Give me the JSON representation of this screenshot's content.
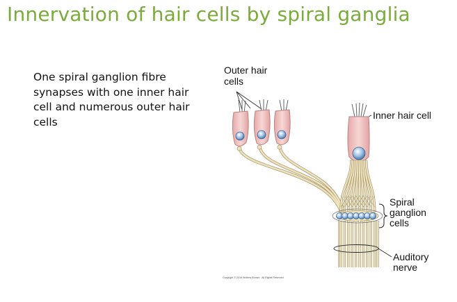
{
  "title": "Innervation of hair cells by spiral ganglia",
  "body_text": "One spiral ganglion fibre synapses with one inner hair cell and numerous outer hair cells",
  "diagram": {
    "outer_hair_cells_label": "Outer hair cells",
    "inner_hair_cell_label": "Inner hair cell",
    "spiral_ganglion_label": "Spiral ganglion cells",
    "auditory_nerve_label": "Auditory nerve",
    "copyright": "Copyright © 2018 Wolters Kluwer · All Rights Reserved"
  },
  "colors": {
    "title": "#7aab3b",
    "hair_cell_fill": "#f2c9c9",
    "hair_cell_stroke": "#b98282",
    "nucleus": "#9fc2e6",
    "nerve_fibre": "#efe3bf",
    "nerve_stroke": "#a89a6e"
  }
}
